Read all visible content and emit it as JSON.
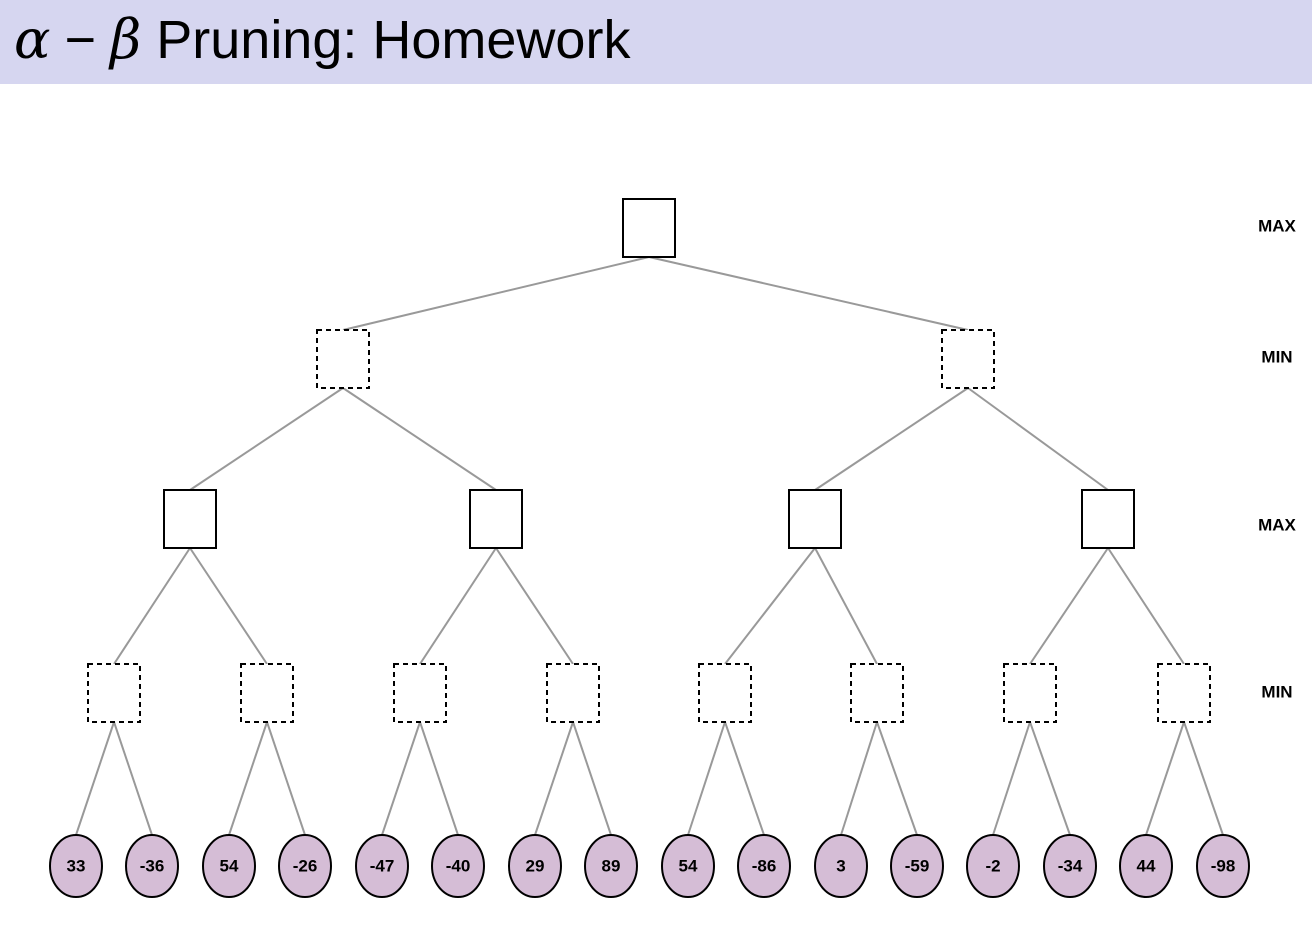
{
  "title": {
    "alpha": "α",
    "minus": "−",
    "beta": "β",
    "text": "Pruning: Homework"
  },
  "levels": [
    {
      "label": "MAX",
      "kind": "max"
    },
    {
      "label": "MIN",
      "kind": "min"
    },
    {
      "label": "MAX",
      "kind": "max"
    },
    {
      "label": "MIN",
      "kind": "min"
    },
    {
      "label": "",
      "kind": "leaf"
    }
  ],
  "leaf_values": [
    "33",
    "-36",
    "54",
    "-26",
    "-47",
    "-40",
    "29",
    "89",
    "54",
    "-86",
    "3",
    "-59",
    "-2",
    "-34",
    "44",
    "-98"
  ],
  "colors": {
    "title_bg": "#d6d6f0",
    "leaf_fill": "#d5bdd6",
    "edge": "#999999"
  }
}
